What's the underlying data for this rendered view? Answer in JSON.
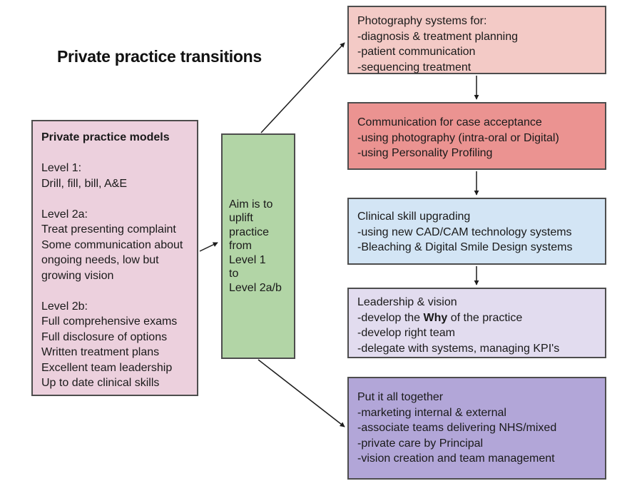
{
  "title": "Private practice transitions",
  "colors": {
    "left_box": "#ecd0dd",
    "aim_box": "#b2d5a6",
    "photography_box": "#f3cac6",
    "communication_box": "#eb9391",
    "clinical_box": "#d3e5f5",
    "leadership_box": "#e2dcef",
    "together_box": "#b2a6d8",
    "box_border": "#4d4d4d",
    "arrow": "#1c1c1c",
    "background": "#ffffff",
    "text": "#1a1a1a"
  },
  "left_box": {
    "header": "Private practice models",
    "lines": [
      "",
      "Level 1:",
      "Drill, fill, bill, A&E",
      "",
      "Level 2a:",
      "Treat presenting complaint",
      "Some communication about",
      "ongoing needs, low but",
      "growing vision",
      "",
      "Level 2b:",
      "Full comprehensive exams",
      "Full disclosure of options",
      "Written treatment plans",
      "Excellent team leadership",
      "Up to date clinical skills"
    ]
  },
  "aim_box": {
    "lines": [
      "Aim is to",
      "uplift",
      "practice",
      "from",
      "Level 1",
      "to",
      "Level 2a/b"
    ]
  },
  "flow_boxes": {
    "photography": {
      "lines": [
        "Photography systems for:",
        "-diagnosis & treatment planning",
        "-patient communication",
        "-sequencing treatment"
      ]
    },
    "communication": {
      "lines": [
        "Communication for case acceptance",
        "-using photography (intra-oral or Digital)",
        "-using Personality Profiling"
      ]
    },
    "clinical": {
      "lines": [
        "Clinical skill upgrading",
        "-using new CAD/CAM technology systems",
        "-Bleaching & Digital Smile Design systems"
      ]
    },
    "leadership": {
      "line1": "Leadership & vision",
      "line2_pre": "-develop the ",
      "line2_bold": "Why",
      "line2_post": " of the practice",
      "line3": "-develop right team",
      "line4": "-delegate with systems, managing KPI's"
    },
    "together": {
      "lines": [
        "Put it all together",
        "-marketing internal & external",
        "-associate teams delivering NHS/mixed",
        "-private care by Principal",
        "-vision creation and team management"
      ]
    }
  }
}
